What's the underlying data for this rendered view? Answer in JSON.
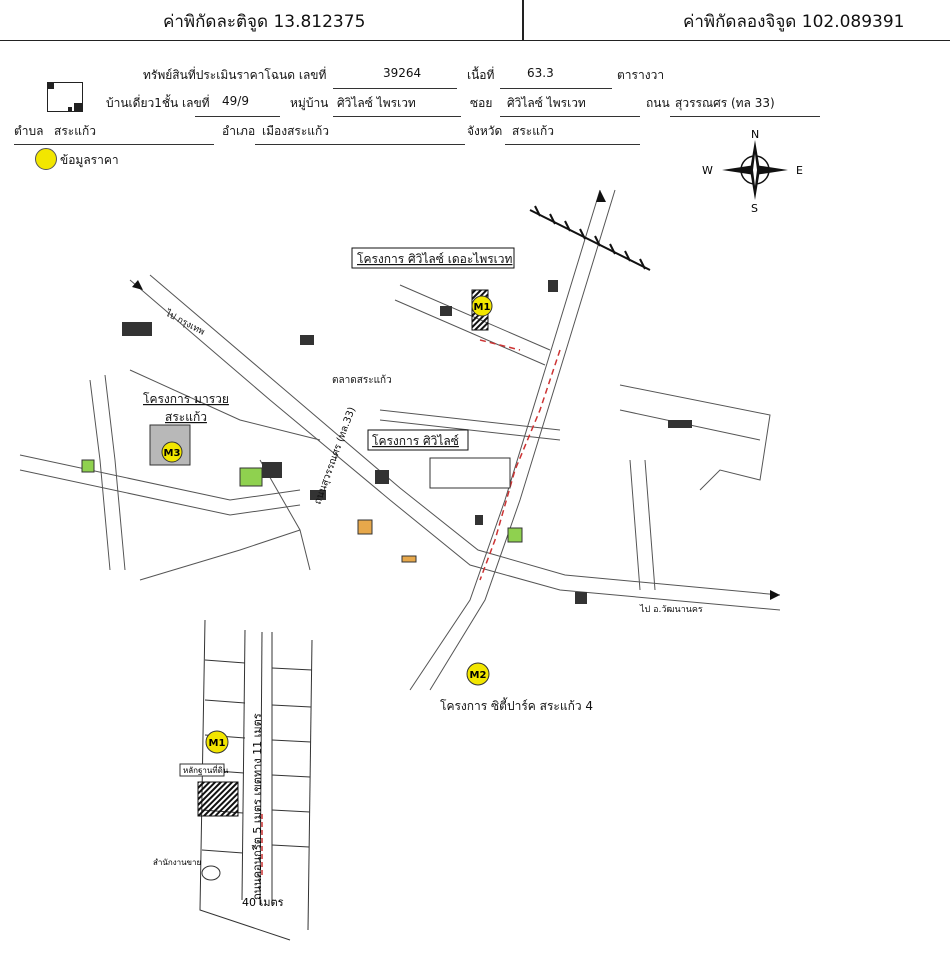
{
  "header": {
    "latitude": "ค่าพิกัดละติจูด 13.812375",
    "longitude": "ค่าพิกัดลองจิจูด 102.089391"
  },
  "info": {
    "row1_label": "ทรัพย์สินที่ประเมินราคาโฉนด เลขที่",
    "deed_no": "39264",
    "area_label": "เนื้อที่",
    "area_value": "63.3",
    "area_unit": "ตารางวา",
    "house_label": "บ้านเดี่ยว1ชั้น เลขที่",
    "house_no": "49/9",
    "village_label": "หมู่บ้าน",
    "village": "ศิวิไลซ์ ไพรเวท",
    "soi_label": "ซอย",
    "soi": "ศิวิไลซ์ ไพรเวท",
    "road_label": "ถนน",
    "road": "สุวรรณศร (ทล 33)",
    "tambon_label": "ตำบล",
    "tambon": "สระแก้ว",
    "amphoe_label": "อำเภอ",
    "amphoe": "เมืองสระแก้ว",
    "province_label": "จังหวัด",
    "province": "สระแก้ว",
    "legend_label": "ข้อมูลราคา",
    "legend_color": "#f2e600"
  },
  "compass": {
    "n": "N",
    "s": "S",
    "e": "E",
    "w": "W",
    "icon": "compass-rose-icon"
  },
  "map": {
    "project_main": "โครงการ ศิวิไลซ์ เดอะไพรเวท",
    "project_siwilai": "โครงการ ศิวิไลซ์",
    "project_maruay": "โครงการ มารวย",
    "project_maruay2": "สระแก้ว",
    "project_cpark": "โครงการ ซิตี้ปาร์ค สระแก้ว 4",
    "market": "ตลาดสระแก้ว",
    "road_suwannasorn": "ถนนสุวรรณศร (ทล.33)",
    "to_ladkrabang": "ไป อ.วัฒนานคร",
    "to_bkk": "ไป กรุงเทพ",
    "markers": [
      "M1",
      "M2",
      "M3"
    ],
    "inset_road": "ถนนคอนกรีต 5 เมตร เขตทาง 11 เมตร",
    "inset_distance": "40 เมตร",
    "inset_subject": "หลักฐานที่ดิน",
    "inset_office": "สำนักงานขาย",
    "inset_marker": "M1"
  }
}
